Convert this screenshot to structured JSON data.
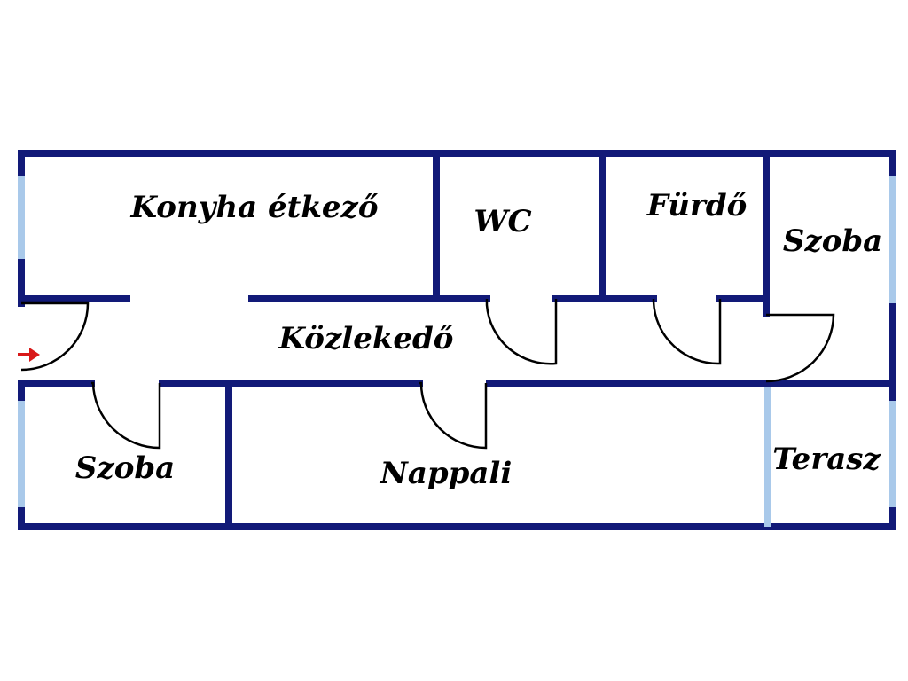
{
  "rooms": {
    "konyha": "Konyha étkező",
    "wc": "WC",
    "furdo": "Fürdő",
    "szoba_right": "Szoba",
    "kozlekedo": "Közlekedő",
    "szoba_left": "Szoba",
    "nappali": "Nappali",
    "terasz": "Terasz"
  },
  "colors": {
    "wall": "#121a78",
    "window": "#a9c9ea",
    "door": "#000000",
    "entrance_arrow": "#d81818"
  },
  "icons": {
    "entrance": "entrance-arrow-icon"
  }
}
